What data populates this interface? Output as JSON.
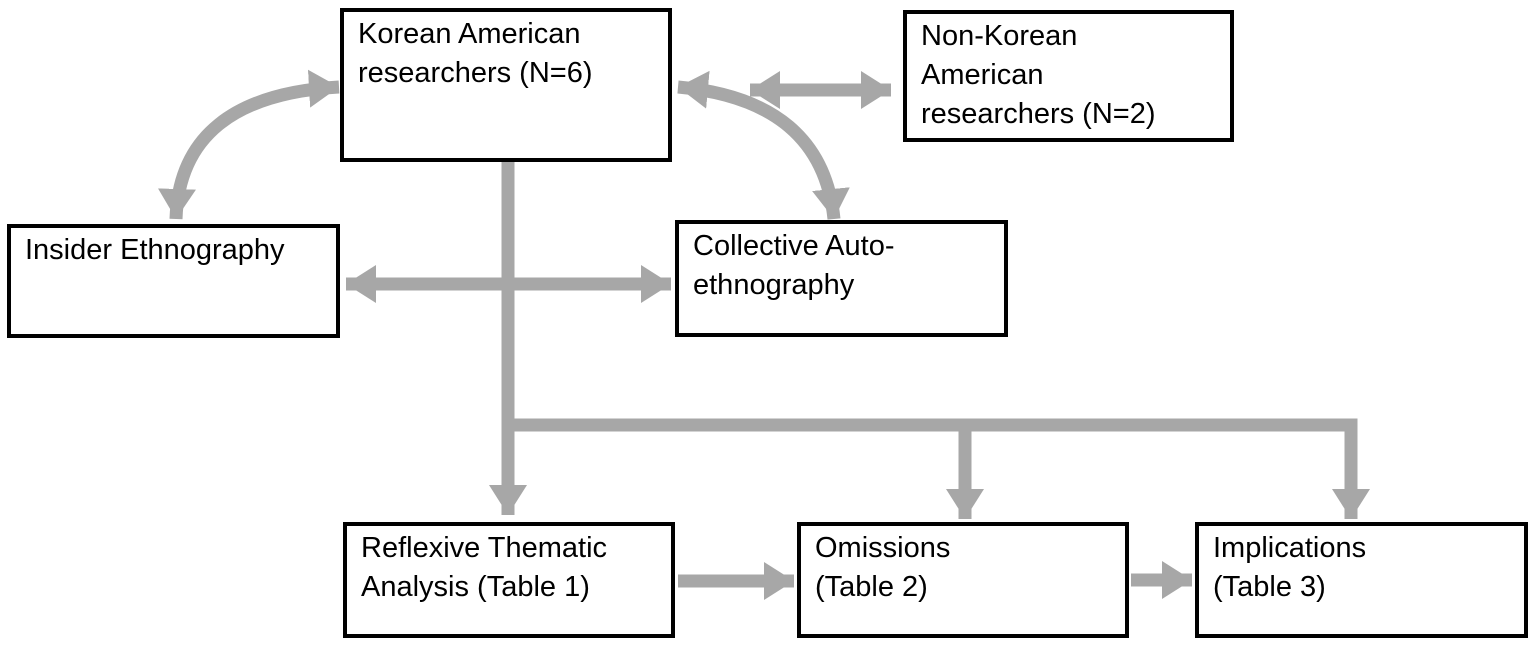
{
  "colors": {
    "arrow_color": "#a7a7a7",
    "box_border_color": "#000000",
    "box_bg_color": "#ffffff",
    "canvas_bg_color": "#ffffff",
    "text_color": "#000000"
  },
  "nodes": {
    "korean_american_researchers": {
      "label": "Korean American\nresearchers (N=6)"
    },
    "non_korean_american_researchers": {
      "label": "Non-Korean\nAmerican\nresearchers (N=2)"
    },
    "insider_ethnography": {
      "label": "Insider Ethnography"
    },
    "collective_autoethnography": {
      "label": "Collective Auto-\nethnography"
    },
    "reflexive_thematic_analysis": {
      "label": "Reflexive Thematic\nAnalysis (Table 1)"
    },
    "omissions": {
      "label": "Omissions\n(Table 2)"
    },
    "implications": {
      "label": "Implications\n(Table 3)"
    }
  },
  "edges": [
    {
      "from": "korean_american_researchers",
      "to": "insider_ethnography",
      "type": "bidirectional-curved"
    },
    {
      "from": "korean_american_researchers",
      "to": "non_korean_american_researchers",
      "type": "bidirectional"
    },
    {
      "from": "korean_american_researchers",
      "to": "collective_autoethnography",
      "type": "bidirectional-curved"
    },
    {
      "from": "insider_ethnography",
      "to": "collective_autoethnography",
      "type": "bidirectional"
    },
    {
      "from": "korean_american_researchers",
      "to": "reflexive_thematic_analysis",
      "type": "directed"
    },
    {
      "from": "korean_american_researchers",
      "to": "omissions",
      "type": "directed"
    },
    {
      "from": "korean_american_researchers",
      "to": "implications",
      "type": "directed"
    },
    {
      "from": "reflexive_thematic_analysis",
      "to": "omissions",
      "type": "directed"
    },
    {
      "from": "omissions",
      "to": "implications",
      "type": "directed"
    }
  ]
}
